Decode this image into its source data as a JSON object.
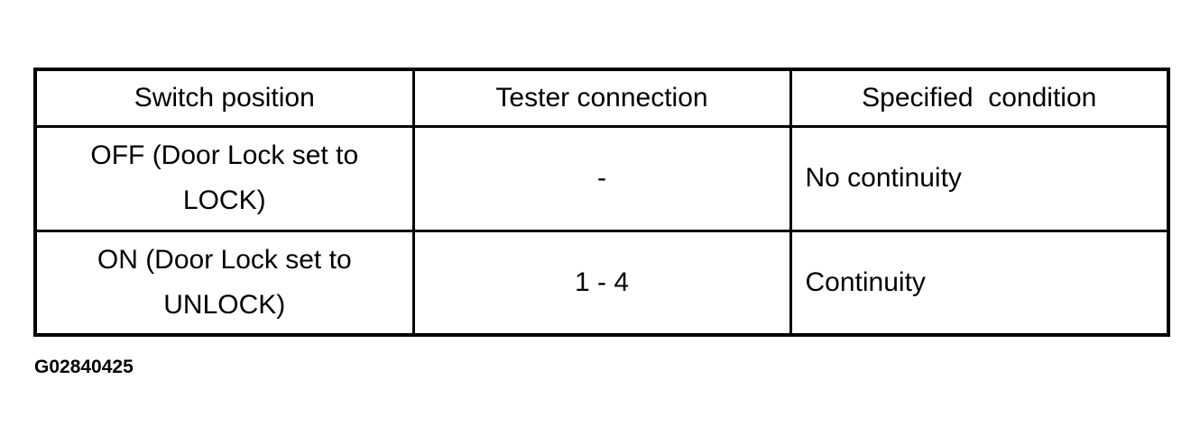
{
  "table": {
    "headers": [
      "Switch position",
      "Tester connection",
      "Specified  condition"
    ],
    "rows": [
      {
        "switch_position": "OFF (Door Lock set to LOCK)",
        "tester_connection": "-",
        "specified_condition": "No continuity"
      },
      {
        "switch_position": "ON (Door Lock set to UNLOCK)",
        "tester_connection": "1 - 4",
        "specified_condition": "Continuity"
      }
    ]
  },
  "figure_code": "G02840425"
}
